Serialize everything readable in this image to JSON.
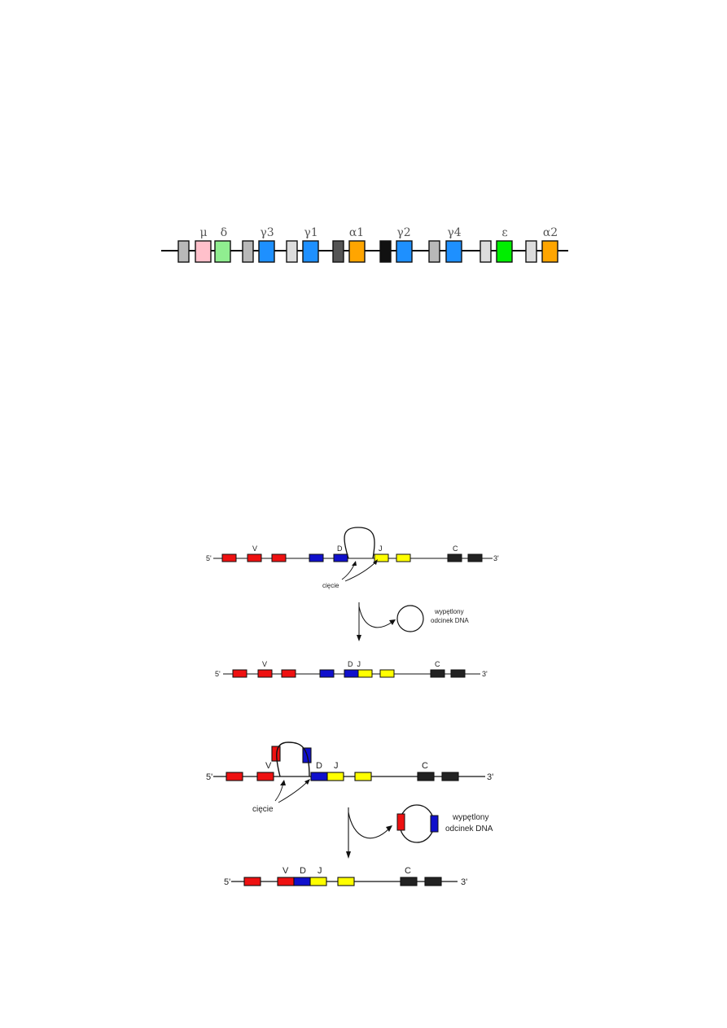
{
  "colors": {
    "mu": "#ffc0cb",
    "delta": "#90ee90",
    "gamma": "#1e90ff",
    "alpha": "#ffa500",
    "epsilon": "#00ee00",
    "switch_mid": "#b8b8b8",
    "switch_light": "#dcdcdc",
    "switch_dark": "#555555",
    "switch_black": "#111111",
    "V": "#ee1111",
    "D": "#1010cc",
    "J": "#ffff00",
    "C": "#222222"
  },
  "constant_region": {
    "labels": [
      "μ",
      "δ",
      "γ3",
      "γ1",
      "α1",
      "γ2",
      "γ4",
      "ε",
      "α2"
    ]
  },
  "recombination": {
    "stage1": {
      "five": "5'",
      "three": "3'",
      "V": "V",
      "D": "D",
      "J": "J",
      "C": "C",
      "cut": "cięcie"
    },
    "loop1": {
      "line1": "wypętlony",
      "line2": "odcinek DNA"
    },
    "stage2": {
      "five": "5'",
      "three": "3'",
      "V": "V",
      "DJ": "D  J",
      "C": "C"
    },
    "stage3": {
      "five": "5'",
      "three": "3'",
      "V": "V",
      "D": "D",
      "J": "J",
      "C": "C",
      "cut": "cięcie"
    },
    "loop2": {
      "line1": "wypętlony",
      "line2": "odcinek DNA"
    },
    "stage4": {
      "five": "5'",
      "three": "3'",
      "V": "V",
      "D": "D",
      "J": "J",
      "C": "C"
    }
  }
}
